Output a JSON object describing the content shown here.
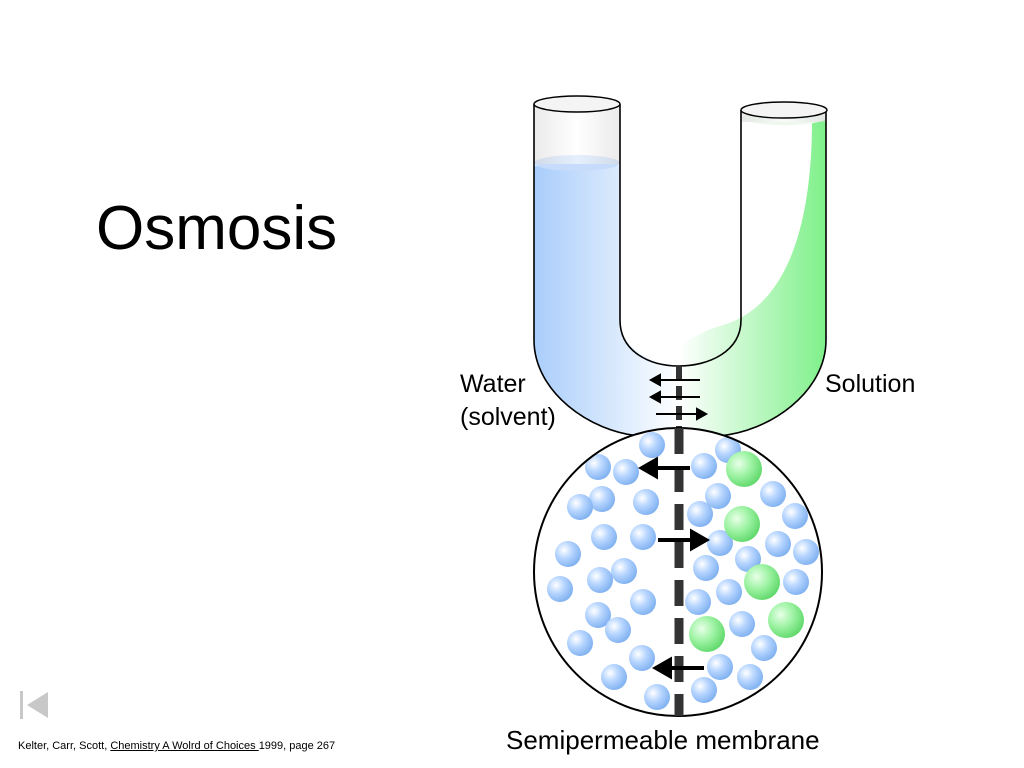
{
  "slide": {
    "title": "Osmosis"
  },
  "diagram": {
    "water_label_line1": "Water",
    "water_label_line2": "(solvent)",
    "solution_label": "Solution",
    "membrane_label": "Semipermeable membrane",
    "colors": {
      "water": "#a9cdfb",
      "solution": "#7ff08a",
      "membrane": "#333333",
      "outline": "#000000"
    }
  },
  "citation": {
    "authors": "Kelter, Carr, Scott, ",
    "book": "Chemistry A Wolrd of Choices ",
    "rest": " 1999, page 267"
  },
  "nav": {
    "first_slide_icon": "first-slide-icon"
  }
}
